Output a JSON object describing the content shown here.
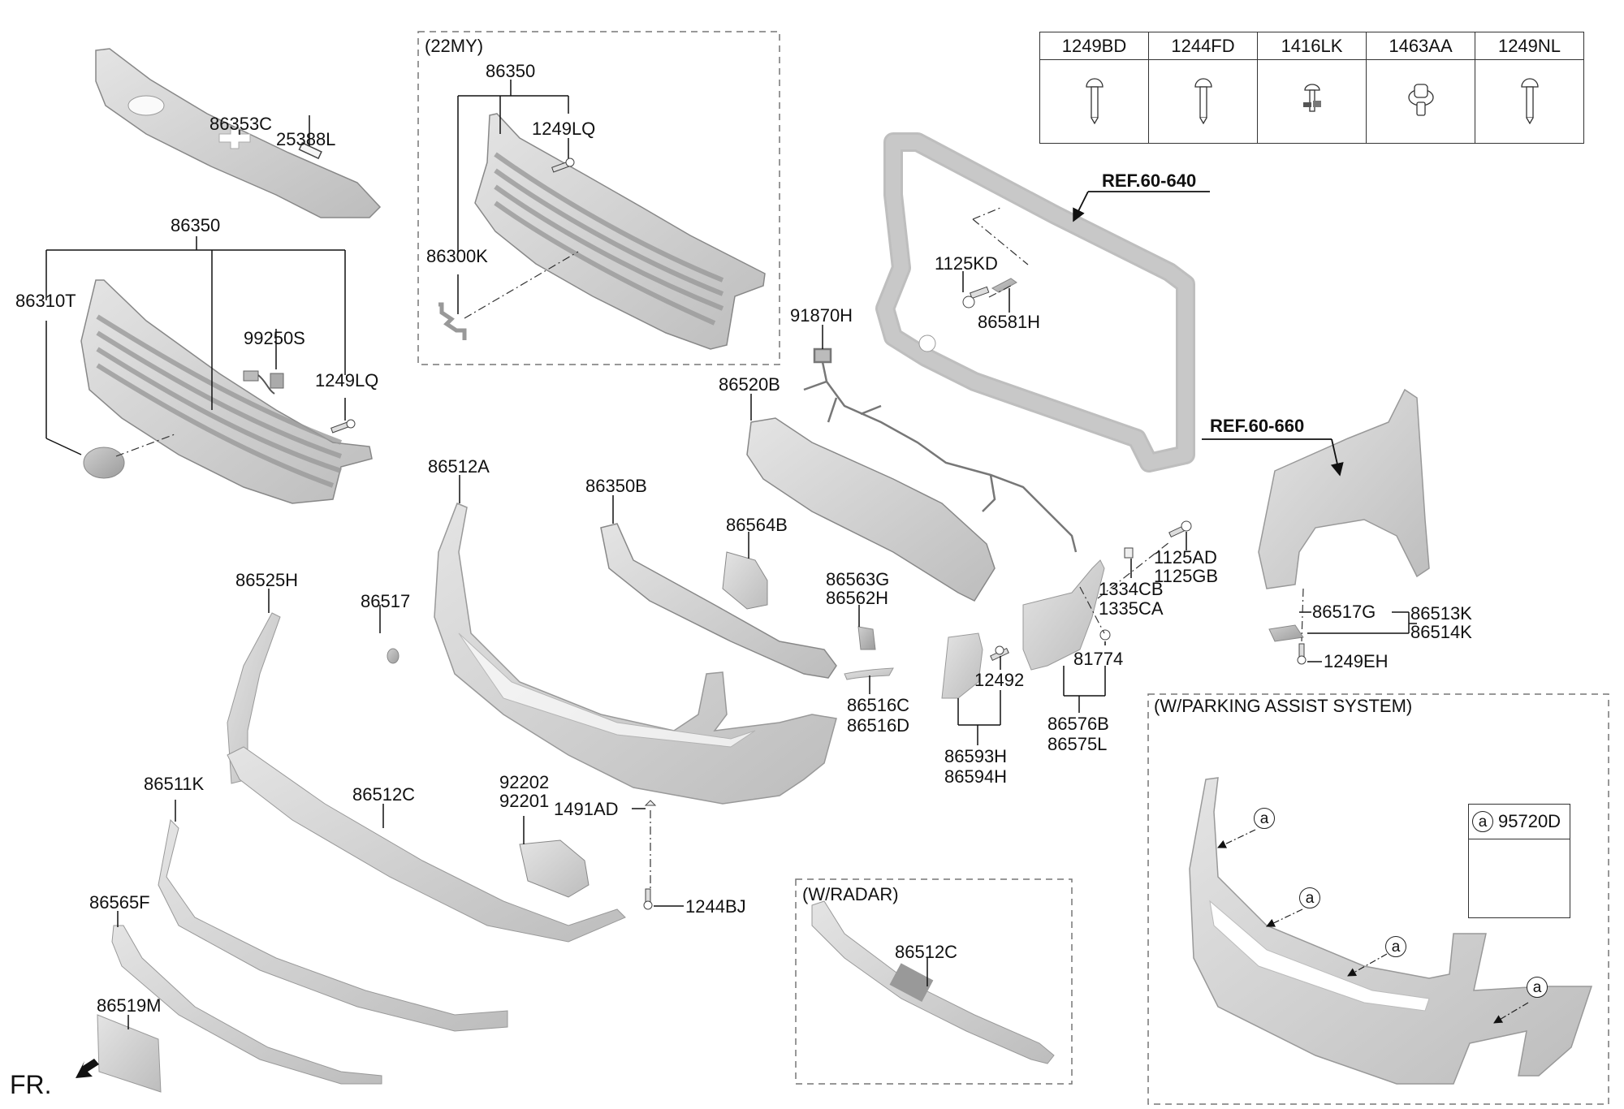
{
  "diagram": {
    "title_direction": "FR.",
    "fastener_table": {
      "headers": [
        "1249BD",
        "1244FD",
        "1416LK",
        "1463AA",
        "1249NL"
      ],
      "icons": [
        "pan-head-tapping-screw-icon",
        "pan-head-tapping-screw-icon",
        "push-rivet-clip-icon",
        "flanged-clip-icon",
        "pan-head-tapping-screw-icon"
      ]
    },
    "references": {
      "ref_640": "REF.60-640",
      "ref_660": "REF.60-660"
    },
    "boxes": {
      "my22": {
        "title": "(22MY)",
        "labels": {
          "assy": "86350",
          "screw": "1249LQ",
          "emblem": "86300K"
        }
      },
      "radar": {
        "title": "(W/RADAR)",
        "labels": {
          "grille": "86512C"
        }
      },
      "parking": {
        "title": "(W/PARKING ASSIST SYSTEM)",
        "callout": "a",
        "sensor_part": "95720D"
      }
    },
    "labels": {
      "p86353C": "86353C",
      "p25388L": "25388L",
      "p86350": "86350",
      "p86310T": "86310T",
      "p99250S": "99250S",
      "p1249LQ": "1249LQ",
      "p91870H": "91870H",
      "p1125KD": "1125KD",
      "p86581H": "86581H",
      "p86520B": "86520B",
      "p86512A": "86512A",
      "p86350B": "86350B",
      "p86564B": "86564B",
      "p86563G": "86563G",
      "p86562H": "86562H",
      "p86525H": "86525H",
      "p86517": "86517",
      "p86516C": "86516C",
      "p86516D": "86516D",
      "p12492": "12492",
      "p86593H": "86593H",
      "p86594H": "86594H",
      "p81774": "81774",
      "p86576B": "86576B",
      "p86575L": "86575L",
      "p1334CB": "1334CB",
      "p1335CA": "1335CA",
      "p1125AD": "1125AD",
      "p1125GB": "1125GB",
      "p86517G": "86517G",
      "p86513K": "86513K",
      "p86514K": "86514K",
      "p1249EH": "1249EH",
      "p86511K": "86511K",
      "p86512C": "86512C",
      "p92202": "92202",
      "p92201": "92201",
      "p1491AD": "1491AD",
      "p1244BJ": "1244BJ",
      "p86565F": "86565F",
      "p86519M": "86519M"
    }
  }
}
